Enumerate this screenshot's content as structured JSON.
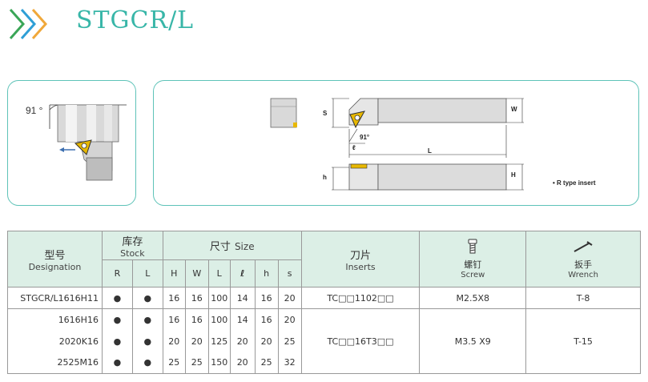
{
  "header": {
    "title": "STGCR/L"
  },
  "figure": {
    "angle_left": "91 °",
    "dims": {
      "S": "S",
      "W": "W",
      "angle": "91°",
      "ell": "ℓ",
      "L": "L",
      "h": "h",
      "H": "H"
    },
    "note": "• R type insert"
  },
  "table": {
    "headers": {
      "designation_cn": "型号",
      "designation_en": "Designation",
      "stock_cn": "库存",
      "stock_en": "Stock",
      "size_cn": "尺寸",
      "size_en": "Size",
      "insert_cn": "刀片",
      "insert_en": "Inserts",
      "screw_cn": "螺钉",
      "screw_en": "Screw",
      "wrench_cn": "扳手",
      "wrench_en": "Wrench"
    },
    "sub_headers": [
      "R",
      "L",
      "H",
      "W",
      "L",
      "ℓ",
      "h",
      "s"
    ],
    "rows": [
      {
        "designation": "STGCR/L1616H11",
        "r": "●",
        "l": "●",
        "H": "16",
        "W": "16",
        "L": "100",
        "ell": "14",
        "h": "16",
        "s": "20"
      },
      {
        "designation": "1616H16",
        "r": "●",
        "l": "●",
        "H": "16",
        "W": "16",
        "L": "100",
        "ell": "14",
        "h": "16",
        "s": "20"
      },
      {
        "designation": "2020K16",
        "r": "●",
        "l": "●",
        "H": "20",
        "W": "20",
        "L": "125",
        "ell": "20",
        "h": "20",
        "s": "25"
      },
      {
        "designation": "2525M16",
        "r": "●",
        "l": "●",
        "H": "25",
        "W": "25",
        "L": "150",
        "ell": "20",
        "h": "25",
        "s": "32"
      }
    ],
    "groups": [
      {
        "insert": "TC□□1102□□",
        "screw": "M2.5X8",
        "wrench": "T-8"
      },
      {
        "insert": "TC□□16T3□□",
        "screw": "M3.5 X9",
        "wrench": "T-15"
      }
    ]
  },
  "colors": {
    "accent": "#38b6a8",
    "header_bg": "#dcefe6",
    "insert_gold": "#e8b800"
  },
  "icons": [
    "chevron-right-icon",
    "screw-icon",
    "wrench-icon",
    "arrow-left-icon"
  ]
}
